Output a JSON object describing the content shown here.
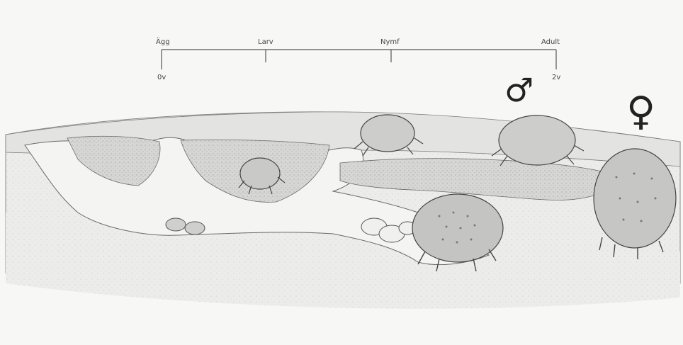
{
  "timeline": {
    "stages": [
      "Ägg",
      "Larv",
      "Nymf",
      "Adult"
    ],
    "start_label": "0v",
    "end_label": "2v"
  },
  "symbols": {
    "male": "♂",
    "female": "♀"
  },
  "colors": {
    "background": "#f7f7f6",
    "skin": "#dcdcdb",
    "tunnel": "#f2f2f1",
    "ink": "#3a3a3a"
  }
}
